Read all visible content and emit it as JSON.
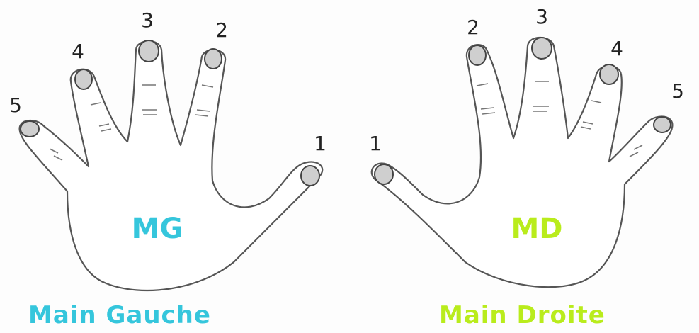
{
  "colors": {
    "left": "#35c6dc",
    "right": "#b9ec1c"
  },
  "left_hand": {
    "abbr": "MG",
    "caption": "Main Gauche",
    "finger_numbers": [
      "5",
      "4",
      "3",
      "2",
      "1"
    ]
  },
  "right_hand": {
    "abbr": "MD",
    "caption": "Main Droite",
    "finger_numbers": [
      "1",
      "2",
      "3",
      "4",
      "5"
    ]
  }
}
